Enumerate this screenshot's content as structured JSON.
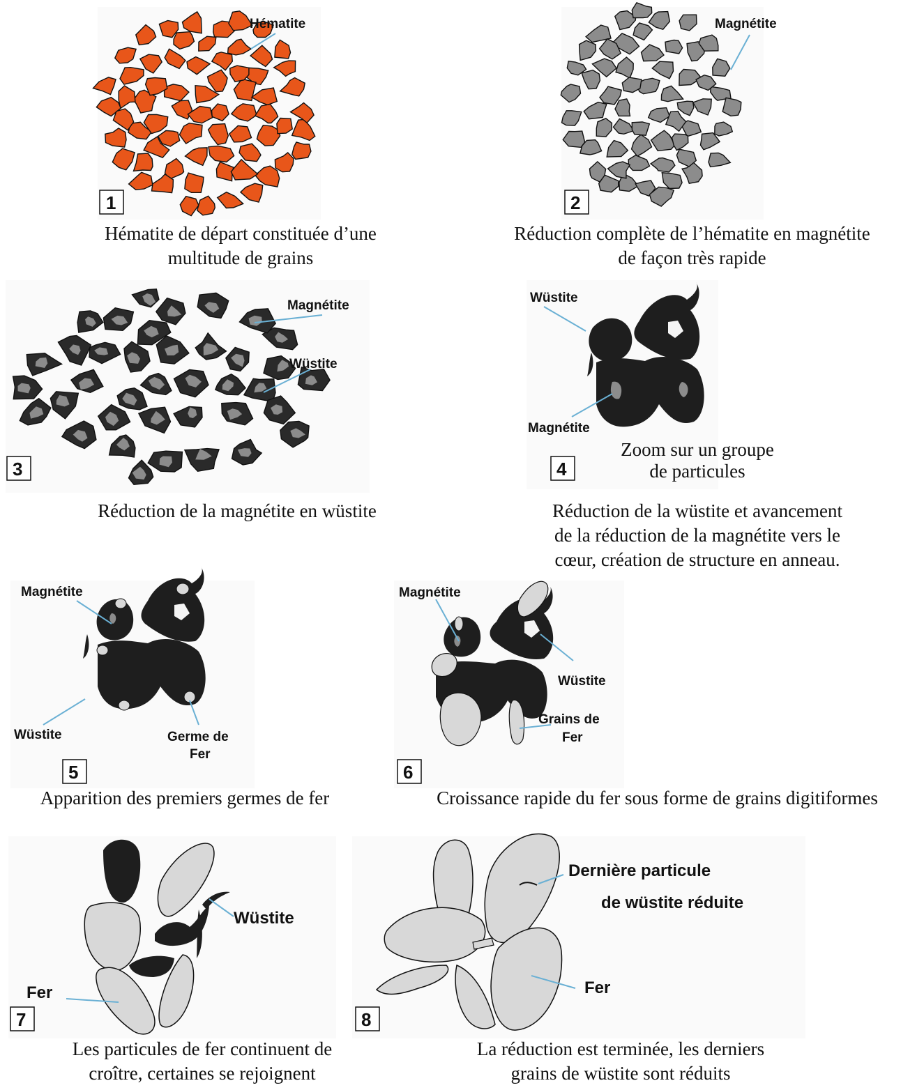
{
  "panels": [
    {
      "number": "1",
      "labels": [
        "Hématite"
      ],
      "caption": [
        "Hématite de départ constituée d’une",
        "multitude de grains"
      ],
      "colors": {
        "grain": "#e8561a",
        "outline": "#1a1a1a"
      }
    },
    {
      "number": "2",
      "labels": [
        "Magnétite"
      ],
      "caption": [
        "Réduction complète de l’hématite en magnétite",
        "de façon très rapide"
      ],
      "colors": {
        "grain": "#8c8c8c",
        "outline": "#1a1a1a"
      }
    },
    {
      "number": "3",
      "labels": [
        "Magnétite",
        "Wüstite"
      ],
      "caption": [
        "Réduction de la magnétite en wüstite"
      ],
      "colors": {
        "wustite": "#2a2a2a",
        "magnetite": "#8c8c8c"
      }
    },
    {
      "number": "4",
      "labels": [
        "Wüstite",
        "Magnétite"
      ],
      "zoom_note": [
        "Zoom sur un groupe",
        "de particules"
      ],
      "caption": [
        "Réduction de la wüstite et avancement",
        "de la réduction de la magnétite vers le",
        "cœur, création de structure en anneau."
      ]
    },
    {
      "number": "5",
      "labels": [
        "Magnétite",
        "Wüstite",
        "Germe de",
        "Fer"
      ],
      "caption": [
        "Apparition des premiers germes de fer"
      ]
    },
    {
      "number": "6",
      "labels": [
        "Magnétite",
        "Wüstite",
        "Grains de",
        "Fer"
      ],
      "caption": [
        "Croissance rapide du fer sous forme de grains digitiformes"
      ]
    },
    {
      "number": "7",
      "labels": [
        "Wüstite",
        "Fer"
      ],
      "caption": [
        "Les particules de fer continuent de",
        "croître, certaines se rejoignent"
      ],
      "colors": {
        "iron": "#d8d8d8"
      }
    },
    {
      "number": "8",
      "labels": [
        "Dernière particule",
        "de wüstite  réduite",
        "Fer"
      ],
      "caption": [
        "La réduction est terminée, les derniers",
        "grains de wüstite sont réduits"
      ]
    }
  ]
}
